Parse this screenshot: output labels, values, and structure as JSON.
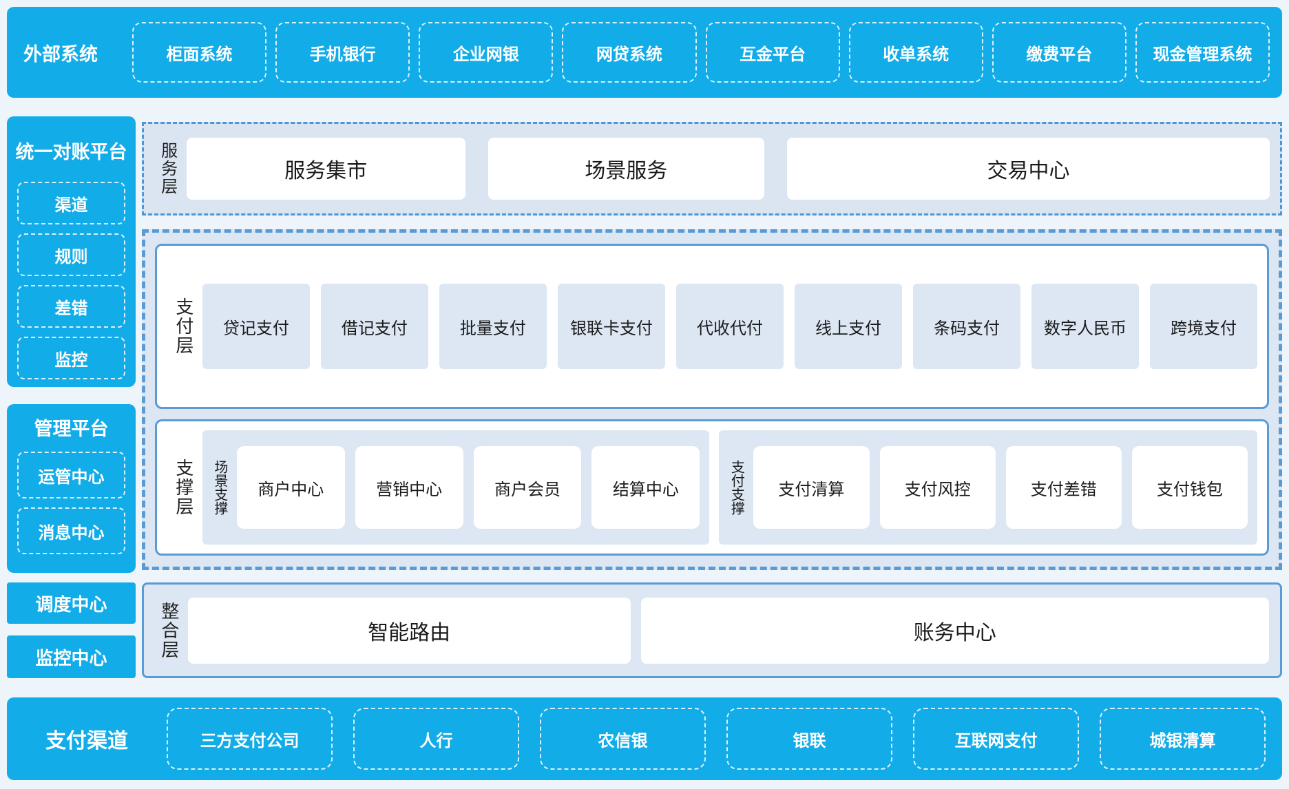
{
  "colors": {
    "bright_blue": "#12ace8",
    "page_bg": "#edf5fb",
    "panel_light_blue": "#dce7f3",
    "border_blue": "#5b9bd5",
    "dashdot_blue": "#4a96d8",
    "dark_text": "#1a1a1a",
    "white": "#ffffff"
  },
  "top_bar": {
    "label": "外部系统",
    "items": [
      "柜面系统",
      "手机银行",
      "企业网银",
      "网贷系统",
      "互金平台",
      "收单系统",
      "缴费平台",
      "现金管理系统"
    ]
  },
  "sidebar": {
    "reconciliation": {
      "title": "统一对账平台",
      "items": [
        "渠道",
        "规则",
        "差错",
        "监控"
      ]
    },
    "management": {
      "title": "管理平台",
      "items": [
        "运管中心",
        "消息中心"
      ]
    },
    "dispatch_center": "调度中心",
    "monitoring_center": "监控中心"
  },
  "layers": {
    "service": {
      "label": "服务层",
      "items": [
        "服务集市",
        "场景服务",
        "交易中心"
      ]
    },
    "payment": {
      "label": "支付层",
      "items": [
        "贷记支付",
        "借记支付",
        "批量支付",
        "银联卡支付",
        "代收代付",
        "线上支付",
        "条码支付",
        "数字人民币",
        "跨境支付"
      ]
    },
    "support": {
      "label": "支撑层",
      "groups": [
        {
          "label": "场景支撑",
          "items": [
            "商户中心",
            "营销中心",
            "商户会员",
            "结算中心"
          ]
        },
        {
          "label": "支付支撑",
          "items": [
            "支付清算",
            "支付风控",
            "支付差错",
            "支付钱包"
          ]
        }
      ]
    },
    "integration": {
      "label": "整合层",
      "items": [
        "智能路由",
        "账务中心"
      ]
    }
  },
  "bottom_bar": {
    "label": "支付渠道",
    "items": [
      "三方支付公司",
      "人行",
      "农信银",
      "银联",
      "互联网支付",
      "城银清算"
    ]
  }
}
